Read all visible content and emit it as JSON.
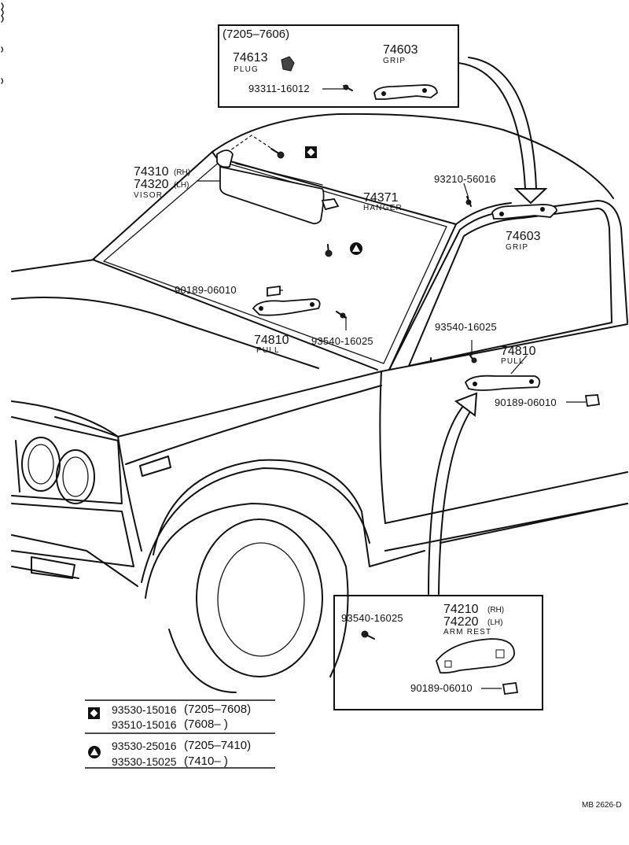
{
  "top_box": {
    "range": "(7205–7606)",
    "plug_number": "74613",
    "plug_name": "PLUG",
    "grip_number": "74603",
    "grip_name": "GRIP",
    "screw_number": "93311-16012"
  },
  "visor": {
    "number_rh": "74310",
    "side_rh": "(RH)",
    "number_lh": "74320",
    "side_lh": "(LH)",
    "name": "VISOR"
  },
  "hanger": {
    "number": "74371",
    "name": "HANGER"
  },
  "screw_roof": "93210-56016",
  "grip_main": {
    "number": "74603",
    "name": "GRIP"
  },
  "clip_left": "90189-06010",
  "pull_left": {
    "number": "74810",
    "name": "PULL"
  },
  "screw_left": "93540-16025",
  "screw_right": "93540-16025",
  "pull_right": {
    "number": "74810",
    "name": "PULL"
  },
  "clip_right": "90189-06010",
  "armrest_box": {
    "screw": "93540-16025",
    "number_rh": "74210",
    "side_rh": "(RH)",
    "number_lh": "74220",
    "side_lh": "(LH)",
    "name": "ARM REST",
    "clip": "90189-06010"
  },
  "legend": [
    {
      "symbol": "square-diamond",
      "rows": [
        {
          "part": "93530-15016",
          "years": "(7205–7608)"
        },
        {
          "part": "93510-15016",
          "years": "(7608–         )"
        }
      ]
    },
    {
      "symbol": "circle-triangle",
      "rows": [
        {
          "part": "93530-25016",
          "years": "(7205–7410)"
        },
        {
          "part": "93530-15025",
          "years": "(7410–        )"
        }
      ]
    }
  ],
  "footer_code": "MB 2626-D"
}
